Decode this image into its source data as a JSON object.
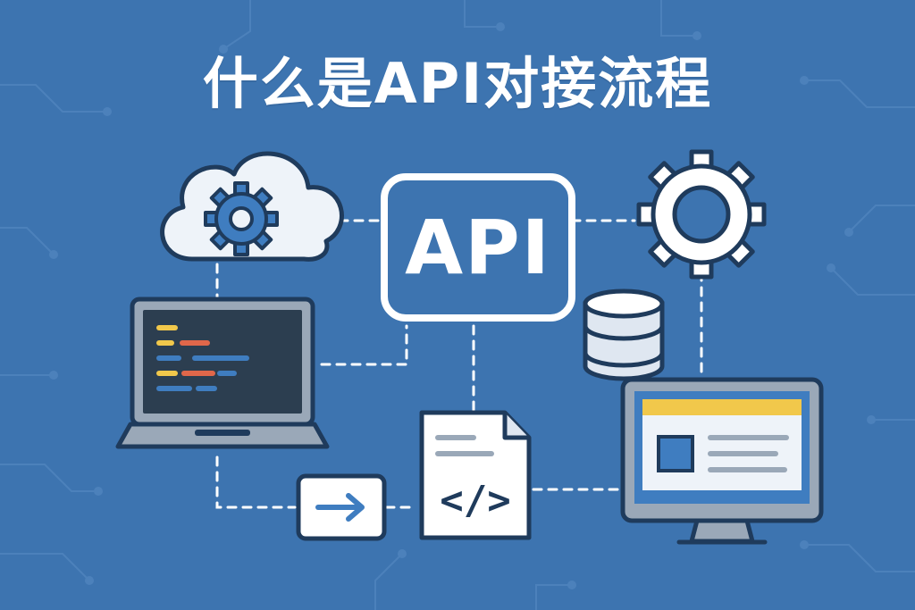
{
  "title": "什么是API对接流程",
  "api_label": "API",
  "code_icon_text": "</>",
  "colors": {
    "background": "#3d74b0",
    "outline": "#1f3b5c",
    "panel": "#ffffff",
    "screen": "#2c3e50",
    "accent_yellow": "#f1c84b",
    "accent_red": "#e0674a",
    "accent_blue": "#3f7dc0",
    "connector": "#ffffff"
  },
  "icons": [
    "cloud-gear-icon",
    "api-box",
    "gear-icon",
    "laptop-code-icon",
    "database-icon",
    "desktop-monitor-icon",
    "code-document-icon",
    "arrow-card-icon"
  ]
}
